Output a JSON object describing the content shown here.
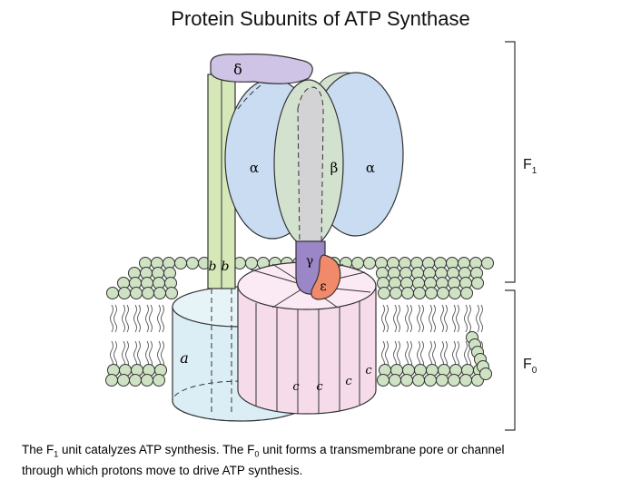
{
  "title": "Protein Subunits of ATP Synthase",
  "labels": {
    "delta": "δ",
    "alpha_left": "α",
    "beta": "β",
    "alpha_right": "α",
    "gamma": "γ",
    "epsilon": "ε",
    "b": "b",
    "b2": "b",
    "a": "a",
    "c": "c"
  },
  "brackets": {
    "f1": {
      "main": "F",
      "sub": "1"
    },
    "f0": {
      "main": "F",
      "sub": "0"
    }
  },
  "caption": {
    "line1_pre": "The F",
    "line1_sub1": "1",
    "line1_mid": " unit catalyzes ATP synthesis.  The F",
    "line1_sub2": "0",
    "line1_post": " unit forms a transmembrane pore or channel",
    "line2": "through which protons move to drive ATP synthesis."
  },
  "colors": {
    "alpha": "#c9dcf2",
    "beta": "#d2e2cf",
    "delta": "#cfc3e6",
    "b_stalk": "#d6e8b8",
    "gamma": "#9b86c8",
    "epsilon": "#f08a6a",
    "c_ring": "#f6dceb",
    "a_subunit": "#dbeef5",
    "lipid_head": "#cfe3c4"
  }
}
